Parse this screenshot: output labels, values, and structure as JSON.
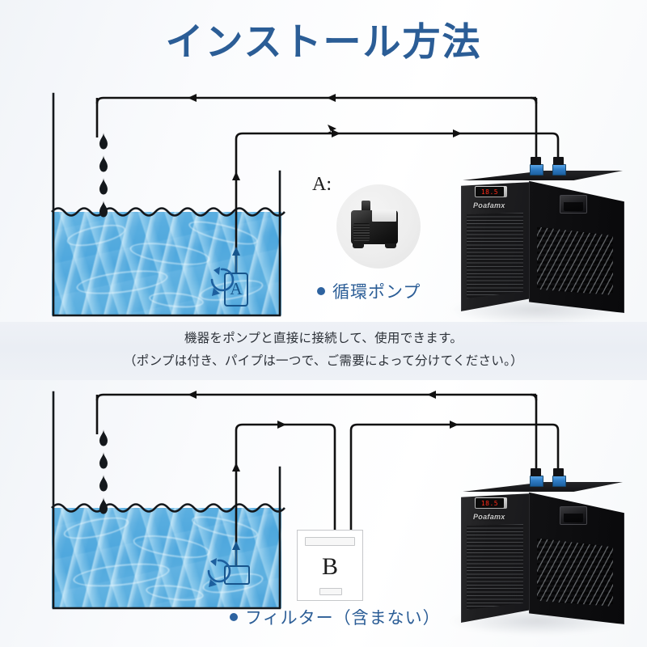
{
  "page": {
    "title": "インストール方法",
    "title_color": "#2b5d96",
    "background_color": "#fafbfd"
  },
  "caption": {
    "line1": "機器をポンプと直接に接続して、使用できます。",
    "line2": "（ポンプは付き、パイプは一つで、ご需要によって分けてください。）",
    "color": "#2c3138"
  },
  "diagram_top": {
    "name": "direct-pump-connection-diagram",
    "pump_callout_label": "A:",
    "pump_photo_name": "circulation-pump-photo",
    "tank_pump_letter": "A",
    "legend": {
      "bullet_color": "#2e63a0",
      "label": "循環ポンプ"
    },
    "chiller": {
      "brand": "Poafamx",
      "display_value": "18.5",
      "fitting_color": "#2f7cc4"
    },
    "droplets_count": 4,
    "water_color": "#4ea7dd"
  },
  "diagram_bottom": {
    "name": "filter-connection-diagram",
    "filter_letter": "B",
    "legend": {
      "bullet_color": "#2e63a0",
      "label": "フィルター（含まない）"
    },
    "chiller": {
      "brand": "Poafamx",
      "display_value": "18.5",
      "fitting_color": "#2f7cc4"
    },
    "droplets_count": 4,
    "water_color": "#4ea7dd"
  }
}
